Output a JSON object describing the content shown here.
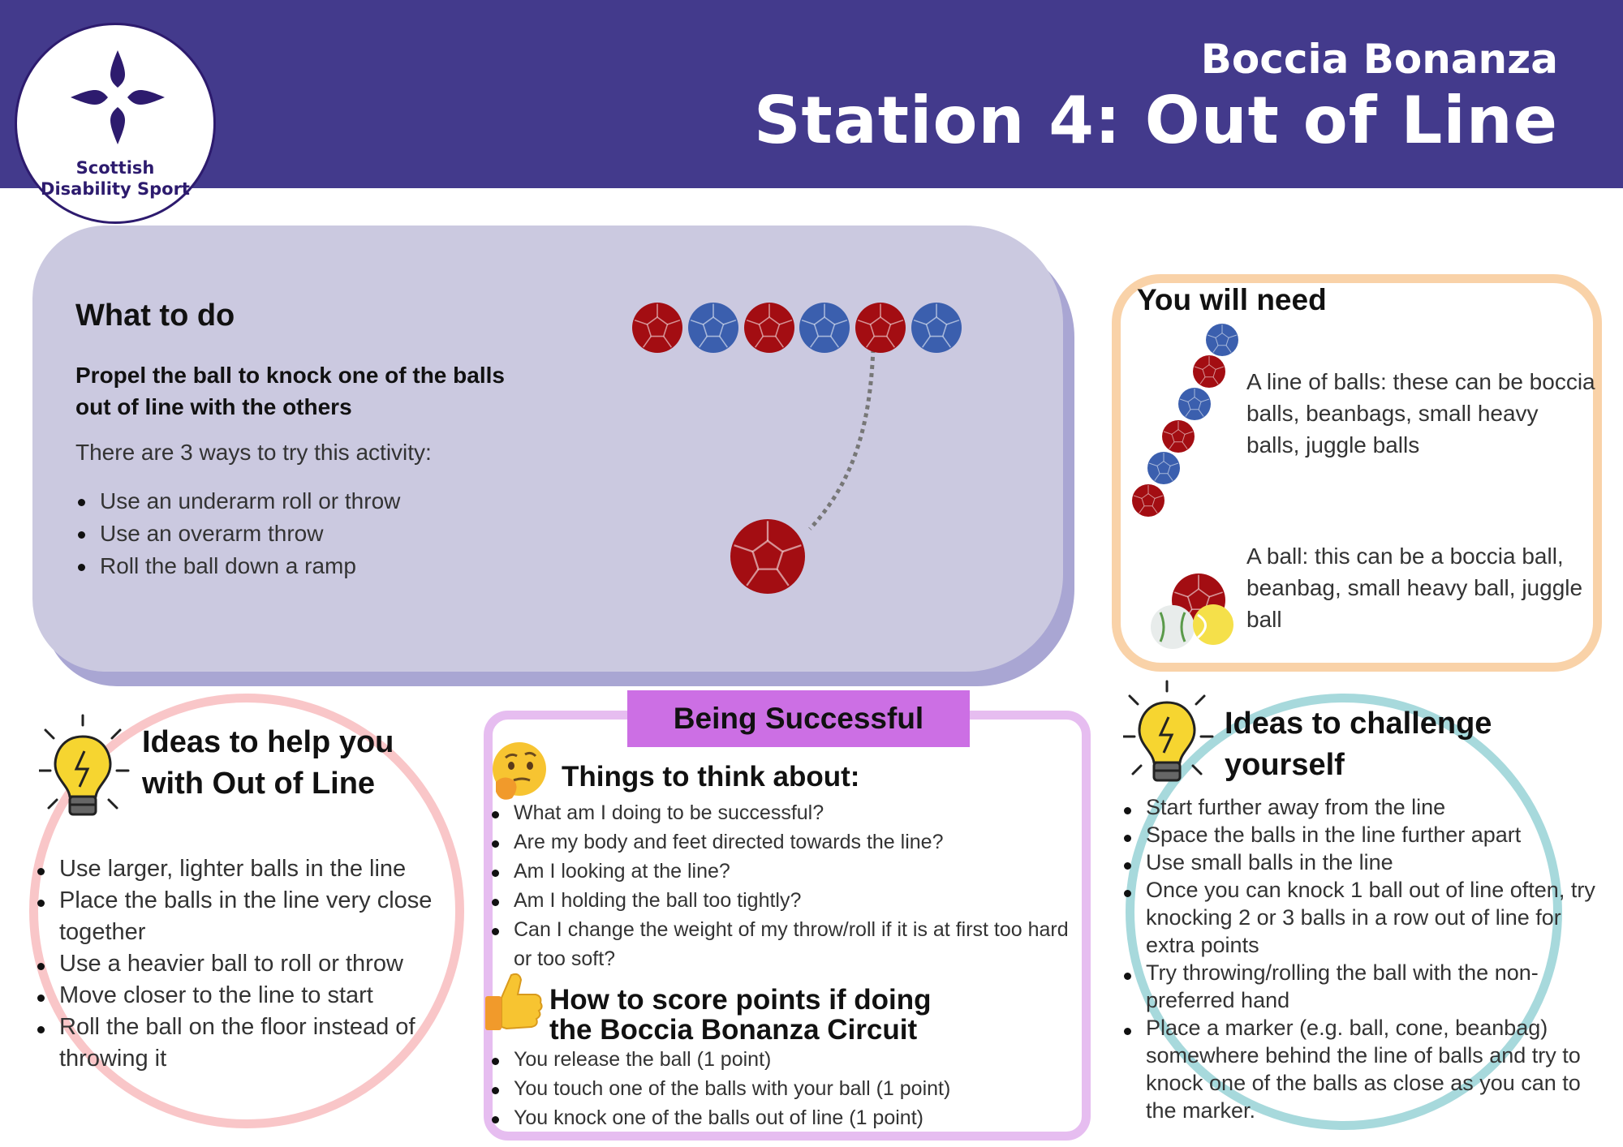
{
  "header": {
    "subtitle": "Boccia Bonanza",
    "title": "Station 4: Out of Line"
  },
  "logo": {
    "line1": "Scottish",
    "line2": "Disability Sport"
  },
  "what_to_do": {
    "heading": "What to do",
    "instruction": "Propel the ball to knock one of the balls out of line with the others",
    "intro": "There are 3 ways to try this activity:",
    "items": [
      "Use an underarm roll or throw",
      "Use an overarm throw",
      "Roll the ball down a ramp"
    ]
  },
  "you_will_need": {
    "heading": "You will need",
    "item1": "A line of balls: these can be boccia balls, beanbags, small heavy balls, juggle balls",
    "item2": "A ball: this can be a boccia ball, beanbag, small heavy ball, juggle ball"
  },
  "ideas_help": {
    "title_line1": "Ideas to help you",
    "title_line2": "with Out of Line",
    "items": [
      "Use larger, lighter balls in the line",
      "Place the balls in the line very close together",
      "Use a heavier ball to roll or throw",
      "Move closer to the line to start",
      "Roll the ball on the floor instead of throwing it"
    ]
  },
  "being_successful": {
    "tab": "Being Successful",
    "think_heading": "Things to think about:",
    "think_items": [
      "What am I doing to be successful?",
      "Are my body and feet directed towards the line?",
      "Am I looking at the line?",
      "Am I holding the ball too tightly?",
      "Can I change the weight of my throw/roll if it is at first too hard or too soft?"
    ],
    "score_heading_line1": "How to score points if doing",
    "score_heading_line2": "the Boccia Bonanza Circuit",
    "score_items": [
      "You release the ball (1 point)",
      "You touch one of the balls with your ball (1 point)",
      "You knock one of the balls out of line  (1 point)"
    ]
  },
  "ideas_challenge": {
    "title_line1": "Ideas to challenge",
    "title_line2": "yourself",
    "items": [
      "Start further away from the line",
      "Space the balls in the line further apart",
      "Use small balls in the line",
      "Once you can knock 1 ball out of line often, try knocking 2 or 3 balls in a row out of line for extra points",
      "Try throwing/rolling the ball with the non-preferred hand",
      "Place a marker (e.g. ball, cone, beanbag) somewhere behind the line of balls and try to knock one of the balls as close as you can to the marker."
    ]
  },
  "colors": {
    "header": "#433a8c",
    "what_panel": "#cbc9e0",
    "need_border": "#f9d2a8",
    "help_ring": "#f9c6c8",
    "success_border": "#e6bdf0",
    "success_tab": "#cc6fe4",
    "challenge_ring": "#a7d9dc",
    "ball_red": "#a30d12",
    "ball_blue": "#3b5fae"
  }
}
